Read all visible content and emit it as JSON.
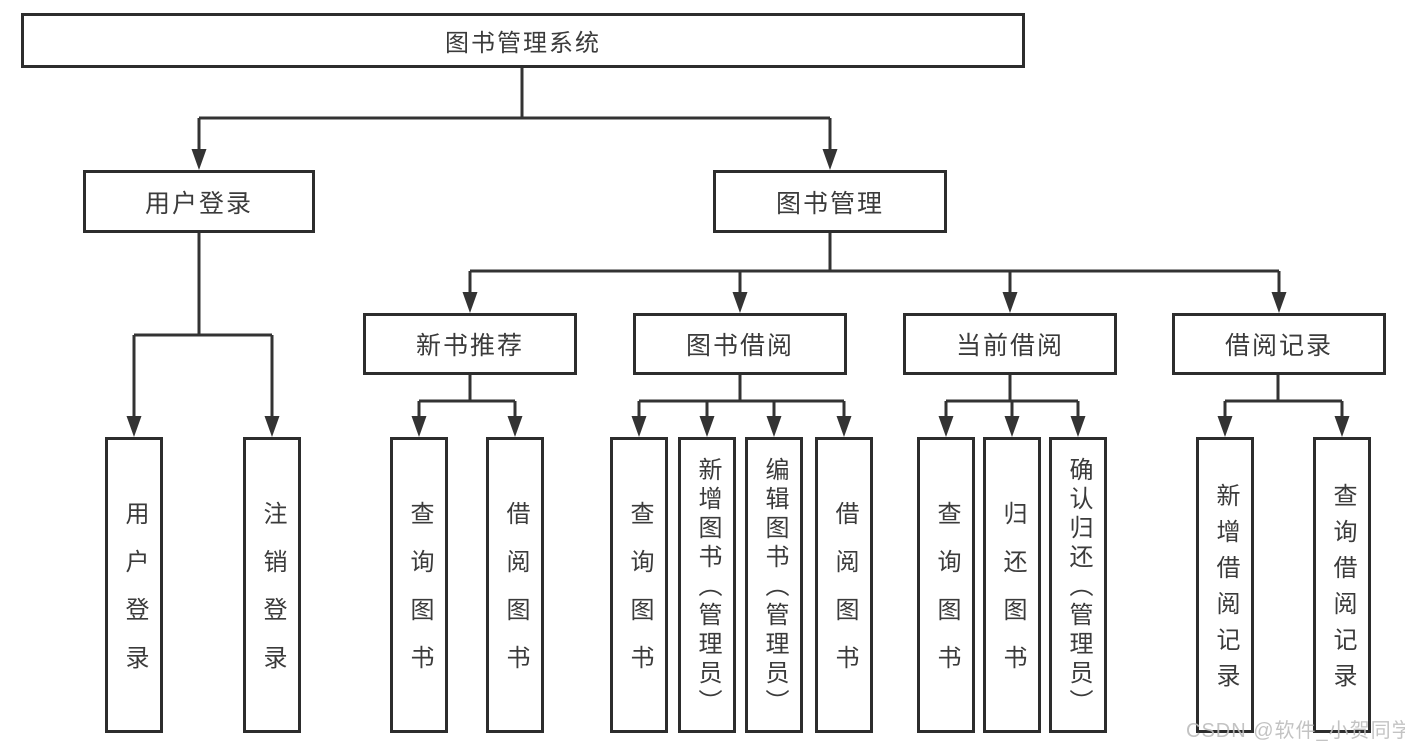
{
  "tree": {
    "root": "图书管理系统",
    "branches": [
      {
        "label": "用户登录",
        "children": [
          {
            "label": "用户登录"
          },
          {
            "label": "注销登录"
          }
        ]
      },
      {
        "label": "图书管理",
        "children": [
          {
            "label": "新书推荐",
            "children": [
              {
                "label": "查询图书"
              },
              {
                "label": "借阅图书"
              }
            ]
          },
          {
            "label": "图书借阅",
            "children": [
              {
                "label": "查询图书"
              },
              {
                "label": "新增图书（管理员）"
              },
              {
                "label": "编辑图书（管理员）"
              },
              {
                "label": "借阅图书"
              }
            ]
          },
          {
            "label": "当前借阅",
            "children": [
              {
                "label": "查询图书"
              },
              {
                "label": "归还图书"
              },
              {
                "label": "确认归还（管理员）"
              }
            ]
          },
          {
            "label": "借阅记录",
            "children": [
              {
                "label": "新增借阅记录"
              },
              {
                "label": "查询借阅记录"
              }
            ]
          }
        ]
      }
    ]
  },
  "watermark": "CSDN @软件_小贺同学",
  "colors": {
    "line": "#333333",
    "box_border": "#2d2d2d",
    "text": "#3b3b3b",
    "watermark": "#bdbdbd",
    "background": "#ffffff"
  }
}
